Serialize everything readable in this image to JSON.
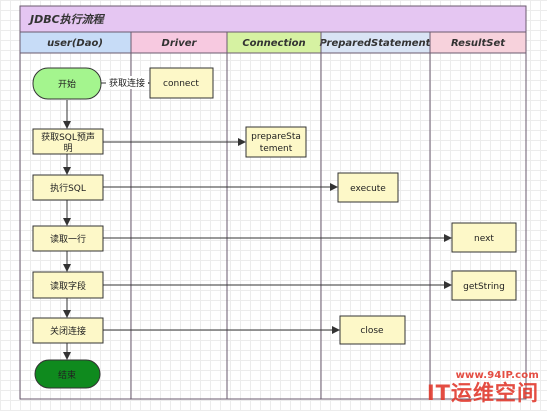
{
  "title": "JDBC执行流程",
  "colors": {
    "title_bg": "#e5c6f2",
    "border": "#6a5a6e",
    "lane_header": {
      "user": "#c7dcf7",
      "driver": "#f7c9e0",
      "connection": "#d6f2a2",
      "prepared": "#d9e4f5",
      "resultset": "#f7d2dc"
    },
    "box_fill": "#fdf8c8",
    "box_stroke": "#333333",
    "start_fill": "#a4f58e",
    "end_fill": "#0f8a1e",
    "arrow": "#333333"
  },
  "lanes": [
    {
      "id": "user",
      "label": "user(Dao)"
    },
    {
      "id": "driver",
      "label": "Driver"
    },
    {
      "id": "connection",
      "label": "Connection"
    },
    {
      "id": "prepared",
      "label": "PreparedStatement"
    },
    {
      "id": "resultset",
      "label": "ResultSet"
    }
  ],
  "nodes": {
    "start": {
      "label": "开始",
      "shape": "terminal-start"
    },
    "get_prepared": {
      "label_lines": [
        "获取SQL预声",
        "明"
      ],
      "shape": "process"
    },
    "execute_sql": {
      "label": "执行SQL",
      "shape": "process"
    },
    "read_row": {
      "label": "读取一行",
      "shape": "process"
    },
    "read_field": {
      "label": "读取字段",
      "shape": "process"
    },
    "close_conn": {
      "label": "关闭连接",
      "shape": "process"
    },
    "end": {
      "label": "结束",
      "shape": "terminal-end"
    },
    "connect": {
      "label": "connect",
      "shape": "note"
    },
    "prepare_statement": {
      "label_lines": [
        "prepareSta",
        "tement"
      ],
      "shape": "note"
    },
    "execute": {
      "label": "execute",
      "shape": "note"
    },
    "next": {
      "label": "next",
      "shape": "note"
    },
    "get_string": {
      "label": "getString",
      "shape": "note"
    },
    "close": {
      "label": "close",
      "shape": "note"
    }
  },
  "edges": [
    {
      "from": "start",
      "to": "connect",
      "label": "获取连接"
    },
    {
      "from": "start",
      "to": "get_prepared",
      "label": ""
    },
    {
      "from": "get_prepared",
      "to": "prepare_statement",
      "label": ""
    },
    {
      "from": "get_prepared",
      "to": "execute_sql",
      "label": ""
    },
    {
      "from": "execute_sql",
      "to": "execute",
      "label": ""
    },
    {
      "from": "execute_sql",
      "to": "read_row",
      "label": ""
    },
    {
      "from": "read_row",
      "to": "next",
      "label": ""
    },
    {
      "from": "read_row",
      "to": "read_field",
      "label": ""
    },
    {
      "from": "read_field",
      "to": "get_string",
      "label": ""
    },
    {
      "from": "read_field",
      "to": "close_conn",
      "label": ""
    },
    {
      "from": "close_conn",
      "to": "close",
      "label": ""
    },
    {
      "from": "close_conn",
      "to": "end",
      "label": ""
    }
  ],
  "watermark": {
    "url": "www.94IP.com",
    "brand": "IT运维空间"
  }
}
